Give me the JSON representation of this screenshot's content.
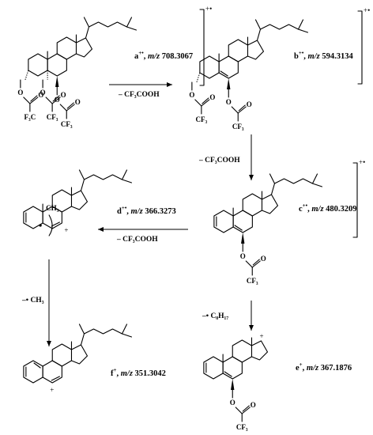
{
  "structures": [
    {
      "id": "a",
      "charge": "+•",
      "label_letter": "a",
      "label_charge": "+•",
      "mass_text": "m/z 708.3067",
      "groups": [
        {
          "text": "O"
        },
        {
          "text": "O"
        },
        {
          "text": "O"
        },
        {
          "text": "O"
        },
        {
          "text": "O"
        },
        {
          "text": "O"
        },
        {
          "text": "F₃C"
        },
        {
          "text": "CF₃"
        },
        {
          "text": "CF₃"
        }
      ]
    },
    {
      "id": "b",
      "charge": "+•",
      "label_letter": "b",
      "label_charge": "+•",
      "mass_text": "m/z 594.3134",
      "groups": [
        {
          "text": "O"
        },
        {
          "text": "O"
        },
        {
          "text": "O"
        },
        {
          "text": "O"
        },
        {
          "text": "CF₃"
        },
        {
          "text": "CF₃"
        }
      ]
    },
    {
      "id": "c",
      "charge": "+•",
      "label_letter": "c",
      "label_charge": "+•",
      "mass_text": "m/z 480.3209",
      "groups": [
        {
          "text": "O"
        },
        {
          "text": "O"
        },
        {
          "text": "CF₃"
        }
      ]
    },
    {
      "id": "d",
      "charge": "+",
      "label_letter": "d",
      "label_charge": "+•",
      "mass_text": "m/z 366.3273",
      "groups": [
        {
          "text": "CH₃"
        }
      ]
    },
    {
      "id": "e",
      "charge": "+",
      "label_letter": "e",
      "label_charge": "+",
      "mass_text": "m/z 367.1876",
      "groups": [
        {
          "text": "O"
        },
        {
          "text": "O"
        },
        {
          "text": "CF₃"
        }
      ]
    },
    {
      "id": "f",
      "charge": "+",
      "label_letter": "f",
      "label_charge": "+",
      "mass_text": "m/z 351.3042",
      "groups": []
    }
  ],
  "arrows": [
    {
      "from": "a",
      "to": "b",
      "label": "– CF₃COOH"
    },
    {
      "from": "b",
      "to": "c",
      "label": "– CF₃COOH"
    },
    {
      "from": "c",
      "to": "d",
      "label": "– CF₃COOH"
    },
    {
      "from": "d",
      "to": "f",
      "label": "–• CH₃"
    },
    {
      "from": "c",
      "to": "e",
      "label": "–• C₈H₁₇"
    }
  ]
}
